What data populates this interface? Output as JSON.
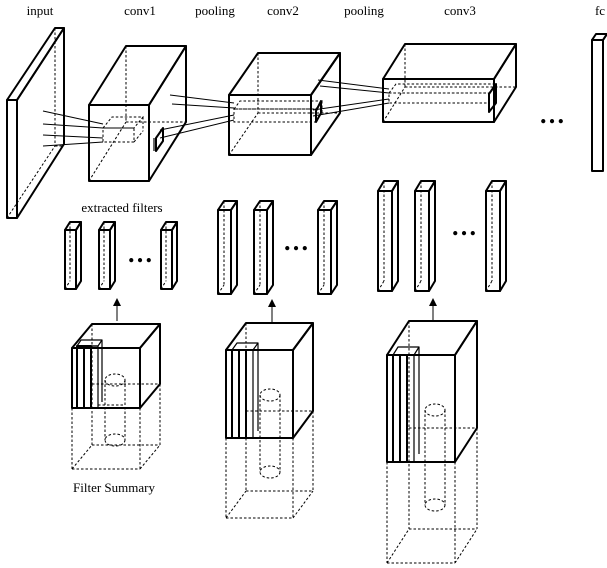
{
  "labels": {
    "input": "input",
    "conv1": "conv1",
    "pooling_1": "pooling",
    "conv2": "conv2",
    "pooling_2": "pooling",
    "conv3": "conv3",
    "fc": "fc",
    "extracted_filters": "extracted filters",
    "filter_summary": "Filter Summary"
  },
  "ellipsis": "…",
  "colors": {
    "stroke": "#000000",
    "background": "#ffffff"
  }
}
